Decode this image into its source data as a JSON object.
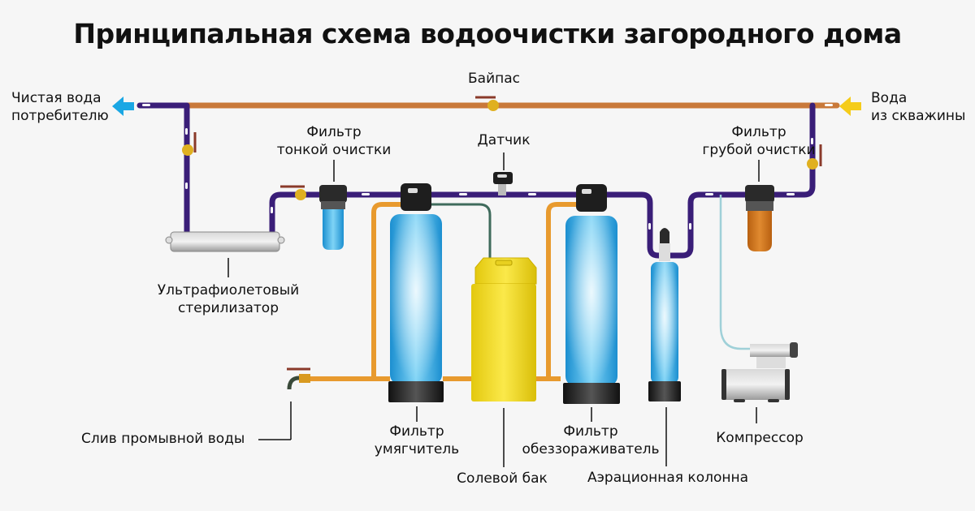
{
  "title": "Принципальная схема водоочистки загородного дома",
  "labels": {
    "bypass": "Байпас",
    "clean_water": [
      "Чистая вода",
      "потребителю"
    ],
    "well_water": [
      "Вода",
      "из скважины"
    ],
    "fine_filter": [
      "Фильтр",
      "тонкой очистки"
    ],
    "sensor": "Датчик",
    "coarse_filter": [
      "Фильтр",
      "грубой очистки"
    ],
    "uv_sterilizer": [
      "Ультрафиолетовый",
      "стерилизатор"
    ],
    "drain": "Слив промывной воды",
    "softener": [
      "Фильтр",
      "умягчитель"
    ],
    "salt_tank": "Солевой бак",
    "deironing_filter": [
      "Фильтр",
      "обеззораживатель"
    ],
    "aeration_column": "Аэрационная колонна",
    "compressor": "Компрессор"
  },
  "colors": {
    "treated_pipe": "#3a1e78",
    "raw_pipe": "#c9793a",
    "drain_pipe": "#e89a2e",
    "brine_line": "#3f6b5c",
    "air_line": "#9fd0d8",
    "tank_blue": "#2aa6e0",
    "salt_yellow": "#f2dc1a",
    "out_arrow": "#1aa7e4",
    "in_arrow": "#f5cc1a"
  }
}
